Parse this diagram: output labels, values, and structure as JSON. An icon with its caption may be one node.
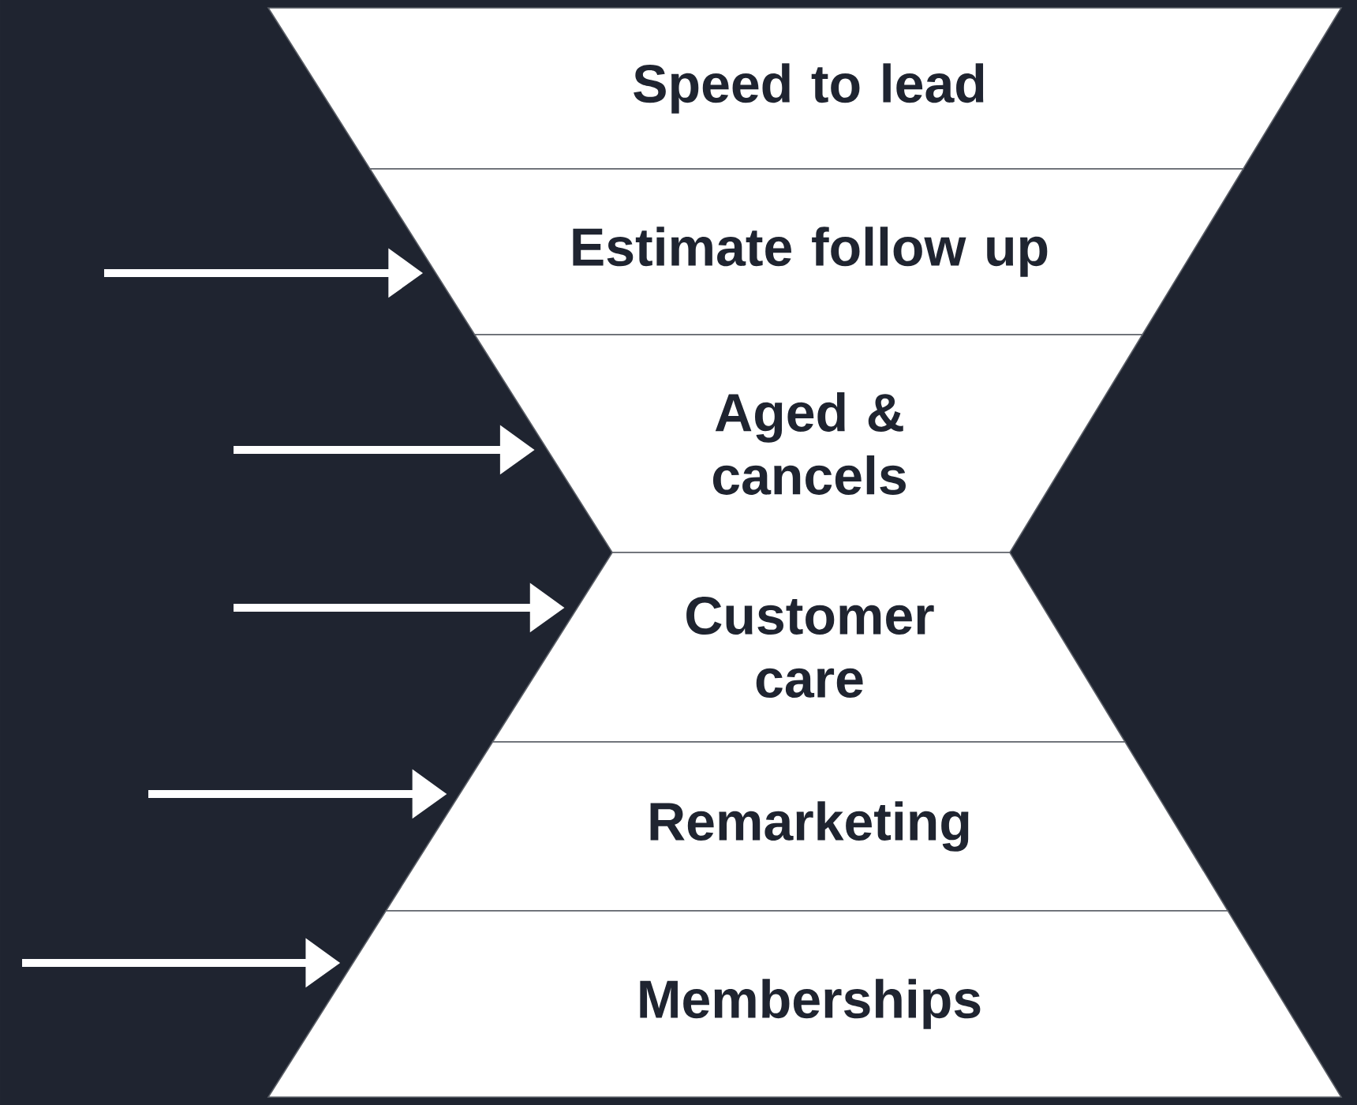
{
  "diagram": {
    "nodes": [
      {
        "text": [
          "Speed to lead"
        ]
      },
      {
        "text": [
          "Estimate follow up"
        ]
      },
      {
        "text": [
          "Aged & cancels"
        ]
      },
      {
        "text": [
          "Customer care"
        ]
      },
      {
        "text": [
          "Remarketing"
        ]
      },
      {
        "text": [
          "Memberships"
        ]
      }
    ],
    "edges": [
      {
        "from": null,
        "to": 1,
        "arrow": "to"
      },
      {
        "from": null,
        "to": 2,
        "arrow": "to"
      },
      {
        "from": null,
        "to": 3,
        "arrow": "to"
      },
      {
        "from": null,
        "to": 4,
        "arrow": "to"
      },
      {
        "from": null,
        "to": 5,
        "arrow": "to"
      }
    ]
  }
}
